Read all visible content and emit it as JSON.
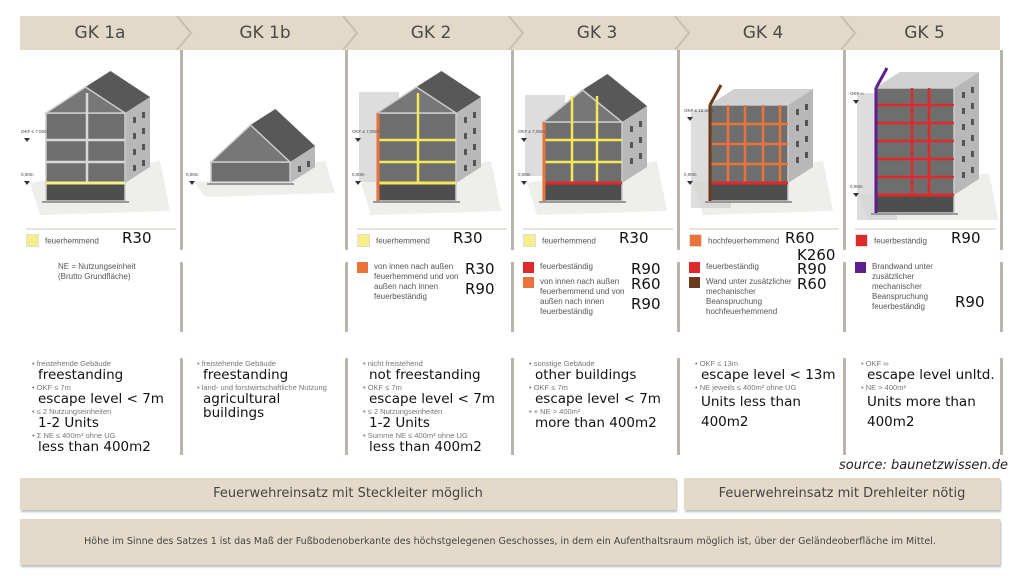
{
  "columns": [
    {
      "title": "GK 1a",
      "elevation": [
        "OKF ≤ 7,00m",
        "0,00m"
      ],
      "legend1": {
        "color": "#f6ee86",
        "text": "feuerhemmend",
        "code": "R30"
      },
      "legend2": {
        "note": "NE = Nutzungseinheit (Brutto Grundfläche)",
        "items": []
      },
      "bullets": [
        {
          "de": "freistehende Gebäude",
          "en": "freestanding"
        },
        {
          "de": "OKF ≤ 7m",
          "en": "escape level < 7m"
        },
        {
          "de": "≤ 2 Nutzungseinheiten",
          "en": "1-2 Units"
        },
        {
          "de": "Σ NE ≤ 400m² ohne UG",
          "en": "less than 400m2"
        }
      ]
    },
    {
      "title": "GK 1b",
      "elevation": [
        "0,00m"
      ],
      "legend1": null,
      "legend2": {
        "note": null,
        "items": []
      },
      "bullets": [
        {
          "de": "freistehende Gebäude",
          "en": "freestanding"
        },
        {
          "de": "land- und forstwirtschaftliche Nutzung",
          "en": "agricultural buildings"
        }
      ]
    },
    {
      "title": "GK 2",
      "elevation": [
        "OKF ≤ 7,00m",
        "0,00m"
      ],
      "legend1": {
        "color": "#f6ee86",
        "text": "feuerhemmend",
        "code": "R30"
      },
      "legend2": {
        "note": null,
        "items": [
          {
            "color": "#e8743c",
            "text": "von innen nach außen feuerhemmend und von außen nach innen feuerbeständig",
            "codes": [
              "R30",
              "R90"
            ]
          }
        ]
      },
      "bullets": [
        {
          "de": "nicht freistehend",
          "en": "not freestanding"
        },
        {
          "de": "OKF ≤ 7m",
          "en": "escape level < 7m"
        },
        {
          "de": "≤ 2 Nutzungseinheiten",
          "en": "1-2 Units"
        },
        {
          "de": "Summe NE ≤ 400m² ohne UG",
          "en": "less than 400m2"
        }
      ]
    },
    {
      "title": "GK 3",
      "elevation": [
        "OKF ≤ 7,00m",
        "0,00m"
      ],
      "legend1": {
        "color": "#f6ee86",
        "text": "feuerhemmend",
        "code": "R30"
      },
      "legend2": {
        "note": null,
        "items": [
          {
            "color": "#de2a2a",
            "text": "feuerbeständig",
            "codes": [
              "R90"
            ]
          },
          {
            "color": "#e8743c",
            "text": "von innen nach außen feuerhemmend und von außen nach innen feuerbeständig",
            "codes": [
              "R60",
              "R90"
            ]
          }
        ]
      },
      "bullets": [
        {
          "de": "sonstige Gebäude",
          "en": "other buildings"
        },
        {
          "de": "OKF ≤ 7m",
          "en": "escape level < 7m"
        },
        {
          "de": "+ NE > 400m²",
          "en": "more than 400m2"
        }
      ]
    },
    {
      "title": "GK 4",
      "elevation": [
        "OKF ≤ 13,00m",
        "0,00m"
      ],
      "legend1": {
        "color": "#e8743c",
        "text": "hochfeuerhemmend",
        "code": "R60"
      },
      "extra_code": "K260",
      "legend2": {
        "note": null,
        "items": [
          {
            "color": "#de2a2a",
            "text": "feuerbeständig",
            "codes": [
              "R90"
            ]
          },
          {
            "color": "#6b3a1c",
            "text": "Wand unter zusätzlicher mechanischer Beanspruchung hochfeuerhemmend",
            "codes": [
              "R60"
            ]
          }
        ]
      },
      "bullets": [
        {
          "de": "OKF ≤ 13m",
          "en": "escape level < 13m"
        },
        {
          "de": "NE jeweils ≤ 400m² ohne UG",
          "en": "Units less than 400m2"
        }
      ]
    },
    {
      "title": "GK 5",
      "elevation": [
        "OKF ∞",
        "0,00m"
      ],
      "legend1": {
        "color": "#de2a2a",
        "text": "feuerbeständig",
        "code": "R90"
      },
      "legend2": {
        "note": null,
        "items": [
          {
            "color": "#5c1f8c",
            "text": "Brandwand unter zusätzlicher mechanischer Beanspruchung feuerbeständig",
            "codes": [
              "R90"
            ]
          }
        ]
      },
      "bullets": [
        {
          "de": "OKF ∞",
          "en": "escape level unltd."
        },
        {
          "de": "NE > 400m²",
          "en": "Units more than 400m2"
        }
      ]
    }
  ],
  "source": "source: baunetzwissen.de",
  "bands": {
    "steckleiter": "Feuerwehreinsatz mit Steckleiter möglich",
    "drehleiter": "Feuerwehreinsatz mit Drehleiter nötig"
  },
  "footnote": "Höhe im Sinne des Satzes 1 ist das Maß der Fußbodenoberkante des höchstgelegenen Geschosses, in dem ein Aufenthaltsraum möglich ist, über der Geländeoberfläche im Mittel."
}
